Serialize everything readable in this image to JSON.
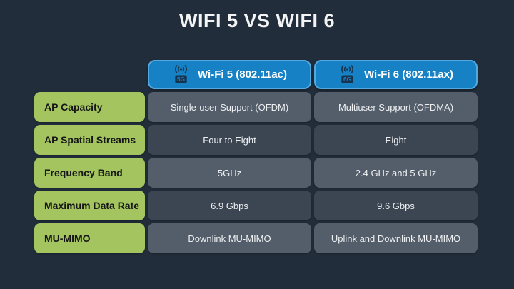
{
  "title": "WIFI 5 VS WIFI 6",
  "colors": {
    "background": "#212d3a",
    "header_blue": "#1681c4",
    "header_border_blue": "#54a8e0",
    "label_green": "#a3c45f",
    "cell_gray_light": "#545e6b",
    "cell_gray_dark": "#3c4653",
    "title_text": "#f2f4f6",
    "cell_text": "#edeff1",
    "label_text": "#161616",
    "icon_navy": "#16344e"
  },
  "columns": [
    {
      "label": "Wi-Fi 5 (802.11ac)",
      "icon": "5g-antenna-icon",
      "badge": "5G"
    },
    {
      "label": "Wi-Fi 6 (802.11ax)",
      "icon": "6g-antenna-icon",
      "badge": "6G"
    }
  ],
  "rows": [
    {
      "label": "AP Capacity",
      "wifi5": "Single-user Support (OFDM)",
      "wifi6": "Multiuser Support (OFDMA)"
    },
    {
      "label": "AP Spatial Streams",
      "wifi5": "Four to Eight",
      "wifi6": "Eight"
    },
    {
      "label": "Frequency Band",
      "wifi5": "5GHz",
      "wifi6": "2.4 GHz and 5 GHz"
    },
    {
      "label": "Maximum Data Rate",
      "wifi5": "6.9 Gbps",
      "wifi6": "9.6 Gbps"
    },
    {
      "label": "MU-MIMO",
      "wifi5": "Downlink MU-MIMO",
      "wifi6": "Uplink and Downlink MU-MIMO"
    }
  ]
}
